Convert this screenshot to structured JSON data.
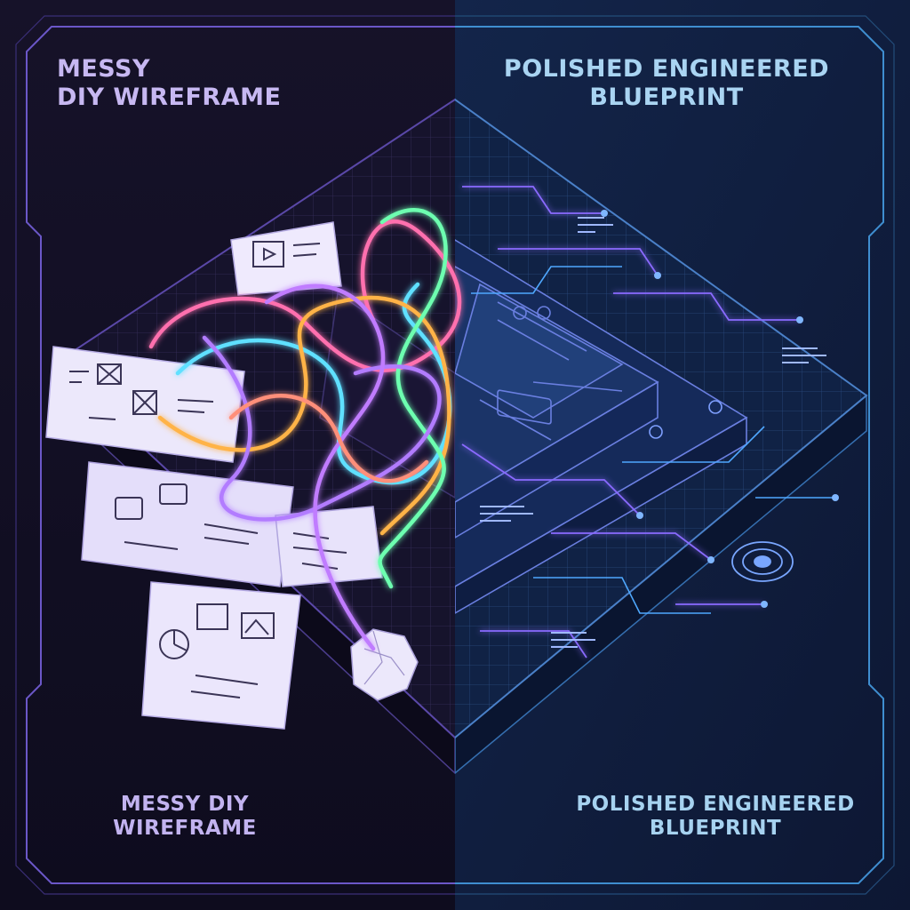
{
  "labels": {
    "top_left": [
      "MESSY",
      "DIY WIREFRAME"
    ],
    "top_right": [
      "POLISHED ENGINEERED",
      "BLUEPRINT"
    ],
    "bottom_left": [
      "MESSY DIY",
      "WIREFRAME"
    ],
    "bottom_right": [
      "POLISHED ENGINEERED",
      "BLUEPRINT"
    ]
  },
  "colors": {
    "left_background": "#120f22",
    "right_background": "#0f1c3a",
    "left_frame": "#6b57c8",
    "right_frame": "#3f8ed0",
    "divider": "#5fb8ff",
    "wire_pink": "#ff6fae",
    "wire_orange": "#ffb347",
    "wire_cyan": "#5fe0ff",
    "wire_green": "#6dffb0",
    "wire_violet": "#b27bff",
    "paper": "#ece8fb"
  },
  "icons": [
    "crumpled-paper-icon",
    "sketch-sheet-icon",
    "tangled-wires-icon",
    "circuit-board-icon",
    "target-ring-icon"
  ]
}
